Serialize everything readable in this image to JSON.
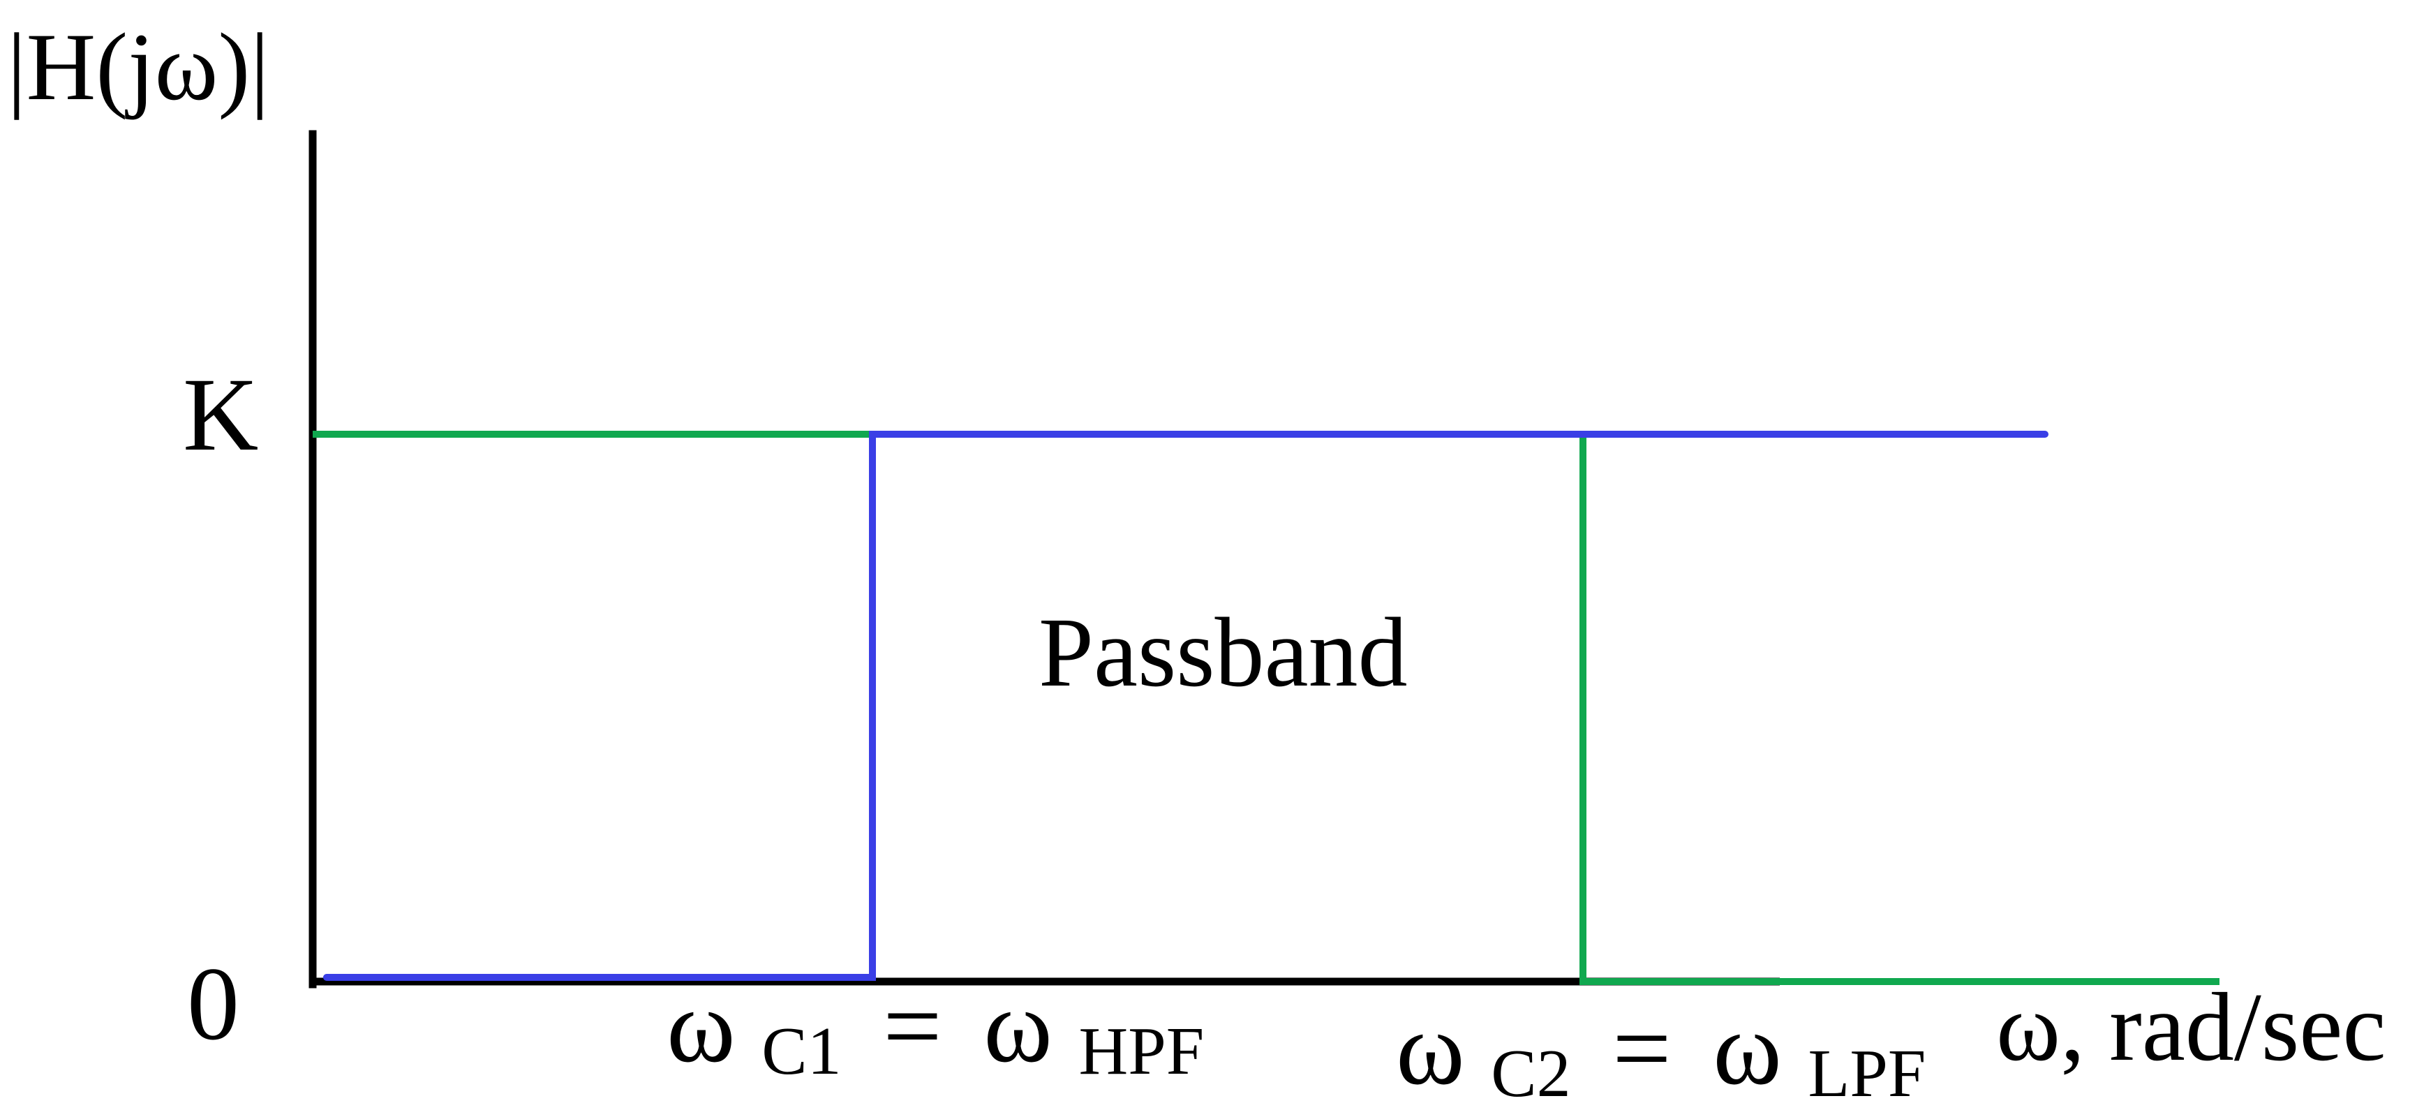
{
  "diagram": {
    "y_axis_label": "|H(jω)|",
    "tick_k": "K",
    "tick_zero": "0",
    "passband_label": "Passband",
    "x_axis_label": "ω, rad/sec",
    "cutoff1": {
      "omega": "ω",
      "sub": "C1",
      "eq": "=",
      "omega2": "ω",
      "sub2": "HPF"
    },
    "cutoff2": {
      "omega": "ω",
      "sub": "C2",
      "eq": "=",
      "omega2": "ω",
      "sub2": "LPF"
    },
    "colors": {
      "axis": "#000000",
      "hpf": "#3a3fe6",
      "lpf": "#10a84f"
    }
  }
}
